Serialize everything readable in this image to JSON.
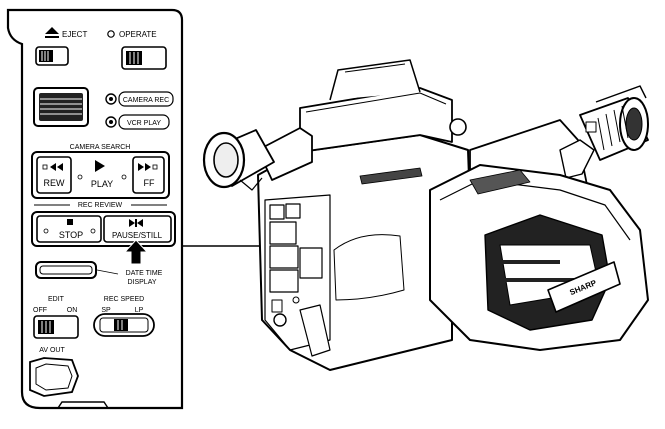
{
  "panel": {
    "eject_label": "EJECT",
    "operate_label": "OPERATE",
    "camera_rec_label": "CAMERA REC",
    "vcr_play_label": "VCR PLAY",
    "camera_search_label": "CAMERA SEARCH",
    "rew_label": "REW",
    "play_label": "PLAY",
    "ff_label": "FF",
    "rec_review_label": "REC REVIEW",
    "stop_label": "STOP",
    "pause_still_label": "PAUSE/STILL",
    "date_time_label": "DATE TIME",
    "display_label": "DISPLAY",
    "edit_label": "EDIT",
    "edit_off_label": "OFF",
    "edit_on_label": "ON",
    "rec_speed_label": "REC SPEED",
    "sp_label": "SP",
    "lp_label": "LP",
    "av_out_label": "AV OUT"
  },
  "camcorder": {
    "brand_label": "SHARP"
  },
  "icons": {
    "eject": "eject-icon",
    "rewind": "rewind-icon",
    "play": "play-icon",
    "fast_forward": "fast-forward-icon",
    "stop": "stop-icon",
    "pause": "pause-icon",
    "pointer": "arrow-up-icon"
  }
}
